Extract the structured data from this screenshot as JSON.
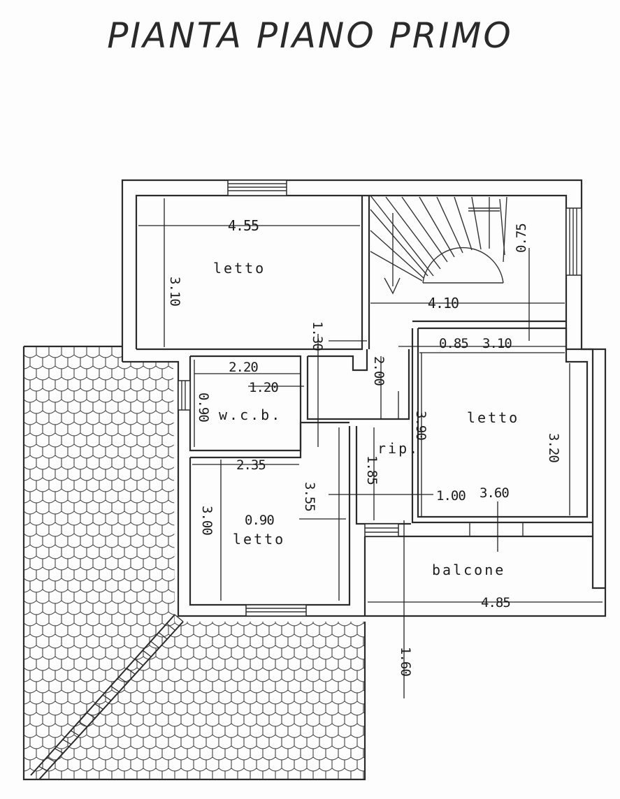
{
  "title": "PIANTA PIANO PRIMO",
  "rooms": [
    "letto",
    "w.c.b.",
    "letto",
    "rip.",
    "letto",
    "balcone"
  ],
  "dims": {
    "d455": "4.55",
    "d410": "4.10",
    "d220": "2.20",
    "d120": "1.20",
    "d085": "0.85",
    "d310b": "3.10",
    "d235": "2.35",
    "d090": "0.90",
    "d100": "1.00",
    "d360": "3.60",
    "d485": "4.85",
    "d310a": "3.10",
    "d075": "0.75",
    "d130": "1.30",
    "d090v": "0.90",
    "d200": "2.00",
    "d390": "3.90",
    "d320": "3.20",
    "d300": "3.00",
    "d355": "3.55",
    "d185": "1.85",
    "d160": "1.60"
  }
}
